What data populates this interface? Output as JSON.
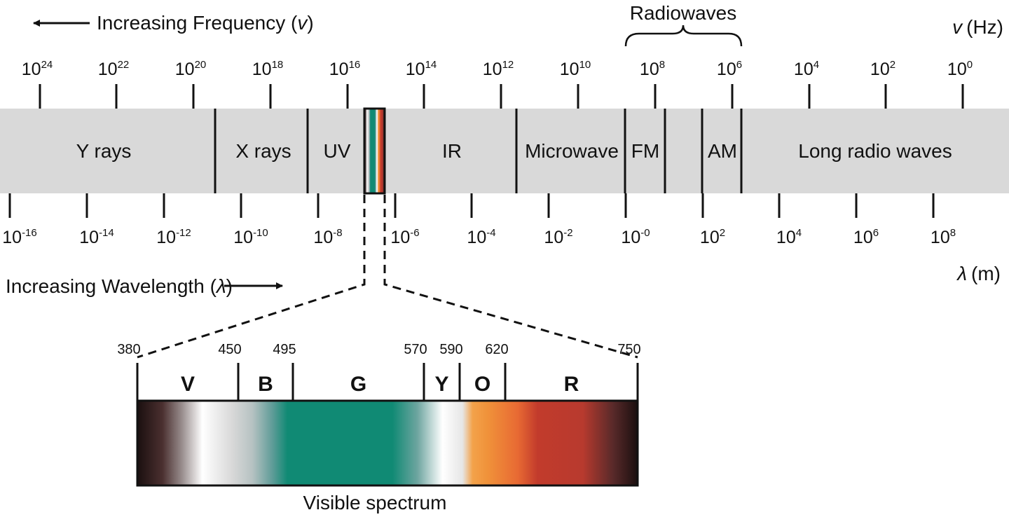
{
  "header": {
    "frequency_label": "Increasing Frequency (",
    "frequency_symbol": "v",
    "frequency_close": ")",
    "radiowaves_label": "Radiowaves",
    "frequency_unit_symbol": "v",
    "frequency_unit": "(Hz)"
  },
  "frequency_ticks": [
    {
      "base": "10",
      "exp": "24"
    },
    {
      "base": "10",
      "exp": "22"
    },
    {
      "base": "10",
      "exp": "20"
    },
    {
      "base": "10",
      "exp": "18"
    },
    {
      "base": "10",
      "exp": "16"
    },
    {
      "base": "10",
      "exp": "14"
    },
    {
      "base": "10",
      "exp": "12"
    },
    {
      "base": "10",
      "exp": "10"
    },
    {
      "base": "10",
      "exp": "8"
    },
    {
      "base": "10",
      "exp": "6"
    },
    {
      "base": "10",
      "exp": "4"
    },
    {
      "base": "10",
      "exp": "2"
    },
    {
      "base": "10",
      "exp": "0"
    }
  ],
  "regions": [
    {
      "label": "Y rays"
    },
    {
      "label": "X rays"
    },
    {
      "label": "UV"
    },
    {
      "label": "IR"
    },
    {
      "label": "Microwave"
    },
    {
      "label": "FM"
    },
    {
      "label": "AM"
    },
    {
      "label": "Long radio waves"
    }
  ],
  "wavelength_ticks": [
    {
      "base": "10",
      "exp": "-16"
    },
    {
      "base": "10",
      "exp": "-14"
    },
    {
      "base": "10",
      "exp": "-12"
    },
    {
      "base": "10",
      "exp": "-10"
    },
    {
      "base": "10",
      "exp": "-8"
    },
    {
      "base": "10",
      "exp": "-6"
    },
    {
      "base": "10",
      "exp": "-4"
    },
    {
      "base": "10",
      "exp": "-2"
    },
    {
      "base": "10",
      "exp": "-0"
    },
    {
      "base": "10",
      "exp": "2"
    },
    {
      "base": "10",
      "exp": "4"
    },
    {
      "base": "10",
      "exp": "6"
    },
    {
      "base": "10",
      "exp": "8"
    }
  ],
  "wavelength_axis": {
    "label": "Increasing Wavelength (",
    "symbol": "λ",
    "close": ")",
    "unit_symbol": "λ",
    "unit": "(m)"
  },
  "visible": {
    "boundaries_nm": [
      "380",
      "450",
      "495",
      "570",
      "590",
      "620",
      "750"
    ],
    "bands": [
      {
        "letter": "V"
      },
      {
        "letter": "B"
      },
      {
        "letter": "G"
      },
      {
        "letter": "Y"
      },
      {
        "letter": "O"
      },
      {
        "letter": "R"
      }
    ],
    "caption": "Visible spectrum"
  },
  "colors": {
    "band_background": "#d9d9d9",
    "line": "#111111",
    "green": "#0e8c76",
    "orange": "#f0953a",
    "red": "#c0392b"
  }
}
